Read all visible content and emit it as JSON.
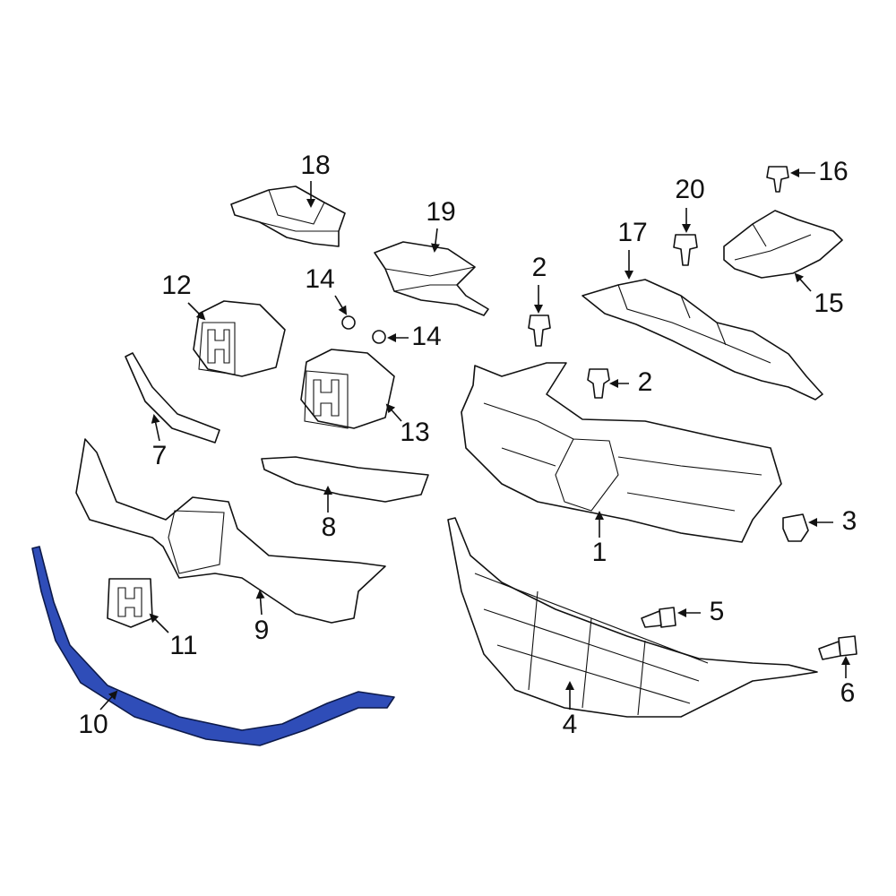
{
  "diagram": {
    "highlight_color": "#2f4db8",
    "highlighted_part": "10",
    "callouts": [
      "18",
      "19",
      "20",
      "16",
      "17",
      "2",
      "12",
      "14",
      "14",
      "15",
      "2",
      "13",
      "7",
      "8",
      "3",
      "1",
      "5",
      "9",
      "11",
      "6",
      "10",
      "4"
    ]
  }
}
